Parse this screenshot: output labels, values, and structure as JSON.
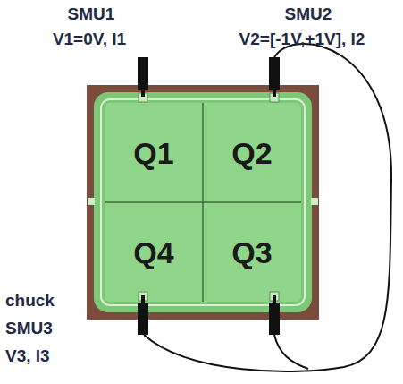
{
  "diagram": {
    "nodes": [
      {
        "text": [
          "Q1"
        ]
      },
      {
        "text": [
          "Q2"
        ]
      },
      {
        "text": [
          "Q4"
        ]
      },
      {
        "text": [
          "Q3"
        ]
      }
    ],
    "labels": [
      "SMU1",
      "V1=0V, I1",
      "SMU2",
      "V2=[-1V,+1V], I2",
      "chuck",
      "SMU3",
      "V3, I3"
    ]
  }
}
